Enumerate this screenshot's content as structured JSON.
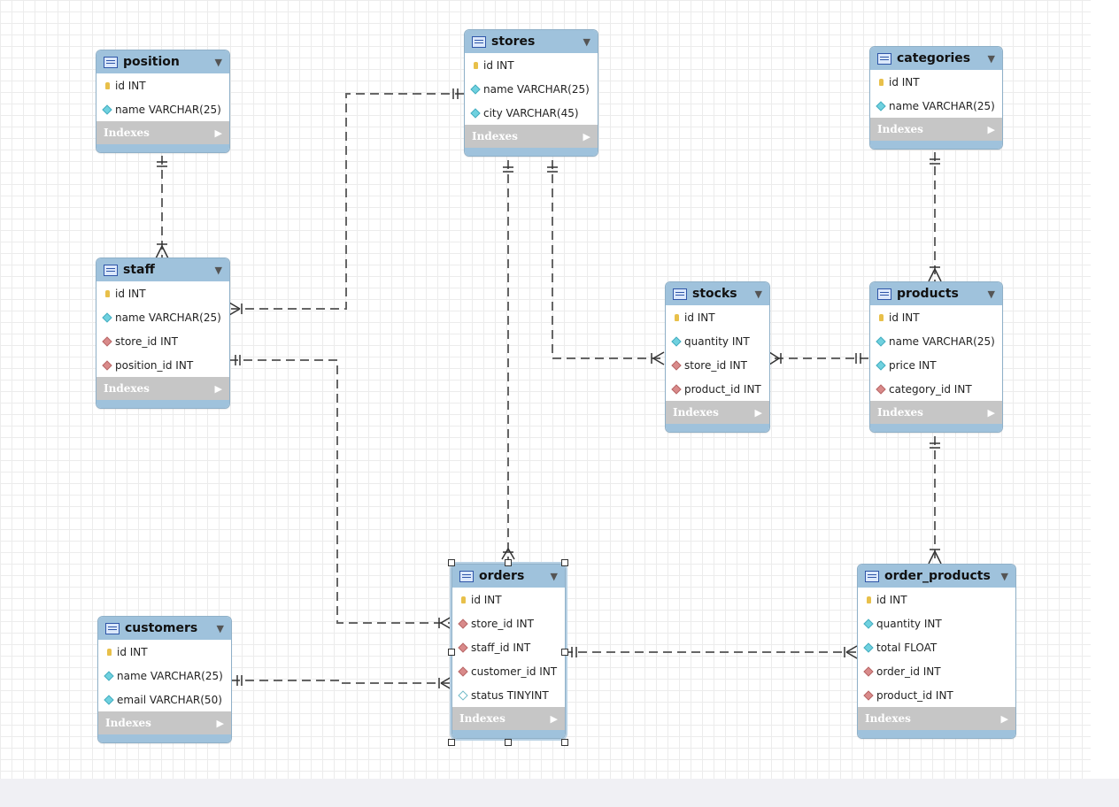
{
  "diagram": {
    "indexes_label": "Indexes",
    "tables": {
      "position": {
        "name": "position",
        "columns": [
          {
            "kind": "key",
            "text": "id INT"
          },
          {
            "kind": "attr",
            "text": "name VARCHAR(25)"
          }
        ]
      },
      "stores": {
        "name": "stores",
        "columns": [
          {
            "kind": "key",
            "text": "id INT"
          },
          {
            "kind": "attr",
            "text": "name VARCHAR(25)"
          },
          {
            "kind": "attr",
            "text": "city VARCHAR(45)"
          }
        ]
      },
      "categories": {
        "name": "categories",
        "columns": [
          {
            "kind": "key",
            "text": "id INT"
          },
          {
            "kind": "attr",
            "text": "name VARCHAR(25)"
          }
        ]
      },
      "staff": {
        "name": "staff",
        "columns": [
          {
            "kind": "key",
            "text": "id INT"
          },
          {
            "kind": "attr",
            "text": "name VARCHAR(25)"
          },
          {
            "kind": "fk",
            "text": "store_id INT"
          },
          {
            "kind": "fk",
            "text": "position_id INT"
          }
        ]
      },
      "stocks": {
        "name": "stocks",
        "columns": [
          {
            "kind": "key",
            "text": "id INT"
          },
          {
            "kind": "attr",
            "text": "quantity INT"
          },
          {
            "kind": "fk",
            "text": "store_id INT"
          },
          {
            "kind": "fk",
            "text": "product_id INT"
          }
        ]
      },
      "products": {
        "name": "products",
        "columns": [
          {
            "kind": "key",
            "text": "id INT"
          },
          {
            "kind": "attr",
            "text": "name VARCHAR(25)"
          },
          {
            "kind": "attr",
            "text": "price INT"
          },
          {
            "kind": "fk",
            "text": "category_id INT"
          }
        ]
      },
      "orders": {
        "name": "orders",
        "columns": [
          {
            "kind": "key",
            "text": "id INT"
          },
          {
            "kind": "fk",
            "text": "store_id INT"
          },
          {
            "kind": "fk",
            "text": "staff_id INT"
          },
          {
            "kind": "fk",
            "text": "customer_id INT"
          },
          {
            "kind": "nul",
            "text": "status TINYINT"
          }
        ]
      },
      "customers": {
        "name": "customers",
        "columns": [
          {
            "kind": "key",
            "text": "id INT"
          },
          {
            "kind": "attr",
            "text": "name VARCHAR(25)"
          },
          {
            "kind": "attr",
            "text": "email VARCHAR(50)"
          }
        ]
      },
      "order_products": {
        "name": "order_products",
        "columns": [
          {
            "kind": "key",
            "text": "id INT"
          },
          {
            "kind": "attr",
            "text": "quantity INT"
          },
          {
            "kind": "attr",
            "text": "total FLOAT"
          },
          {
            "kind": "fk",
            "text": "order_id INT"
          },
          {
            "kind": "fk",
            "text": "product_id INT"
          }
        ]
      }
    },
    "colors": {
      "header": "#9fc2dc",
      "indexes_bar": "#c6c6c6",
      "connector": "#666666",
      "primary_key": "#e8c04a",
      "attribute": "#6fd1df",
      "foreign_key": "#d98a8a"
    }
  }
}
